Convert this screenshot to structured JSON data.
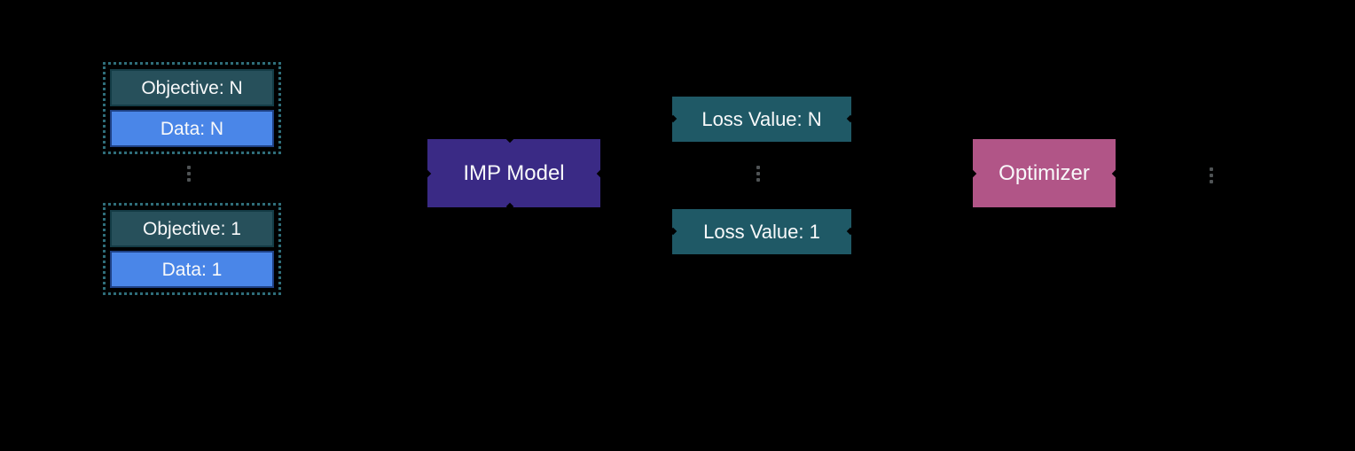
{
  "diagram": {
    "task_groups": [
      {
        "objective": "Objective: N",
        "data": "Data: N"
      },
      {
        "objective": "Objective: 1",
        "data": "Data: 1"
      }
    ],
    "model_label": "IMP Model",
    "loss_values": [
      "Loss Value: N",
      "Loss Value: 1"
    ],
    "optimizer_label": "Optimizer",
    "ellipsis_meaning": "repeated items 1..N",
    "colors": {
      "background": "#000000",
      "objective_fill": "#27505B",
      "objective_border": "#143C46",
      "data_fill": "#4A86E8",
      "data_border": "#1F4185",
      "group_dotted_border": "#2F6E7A",
      "model_fill": "#3A2A85",
      "loss_fill": "#1F5966",
      "optimizer_fill": "#B15587",
      "ellipsis_dot": "#4F5355",
      "text": "#F8F9FA"
    }
  }
}
